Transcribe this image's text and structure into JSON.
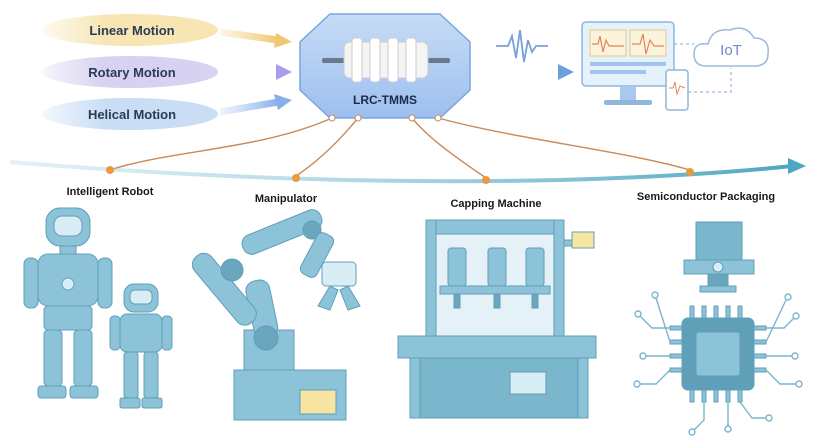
{
  "inputs": [
    {
      "label": "Linear Motion",
      "color": "#f7e6b4"
    },
    {
      "label": "Rotary Motion",
      "color": "#d7d1f2"
    },
    {
      "label": "Helical Motion",
      "color": "#c9def5"
    }
  ],
  "hub": {
    "label": "LRC-TMMS",
    "color": "#a9c8f0"
  },
  "iot": {
    "label": "IoT"
  },
  "applications": [
    {
      "label": "Intelligent Robot"
    },
    {
      "label": "Manipulator"
    },
    {
      "label": "Capping Machine"
    },
    {
      "label": "Semiconductor Packaging"
    }
  ],
  "colors": {
    "machine": "#8cc3d8",
    "machine_dark": "#5f9fb8",
    "timeline": "#6fb6c8",
    "node": "#e89a3c",
    "link": "#c98a5a"
  }
}
